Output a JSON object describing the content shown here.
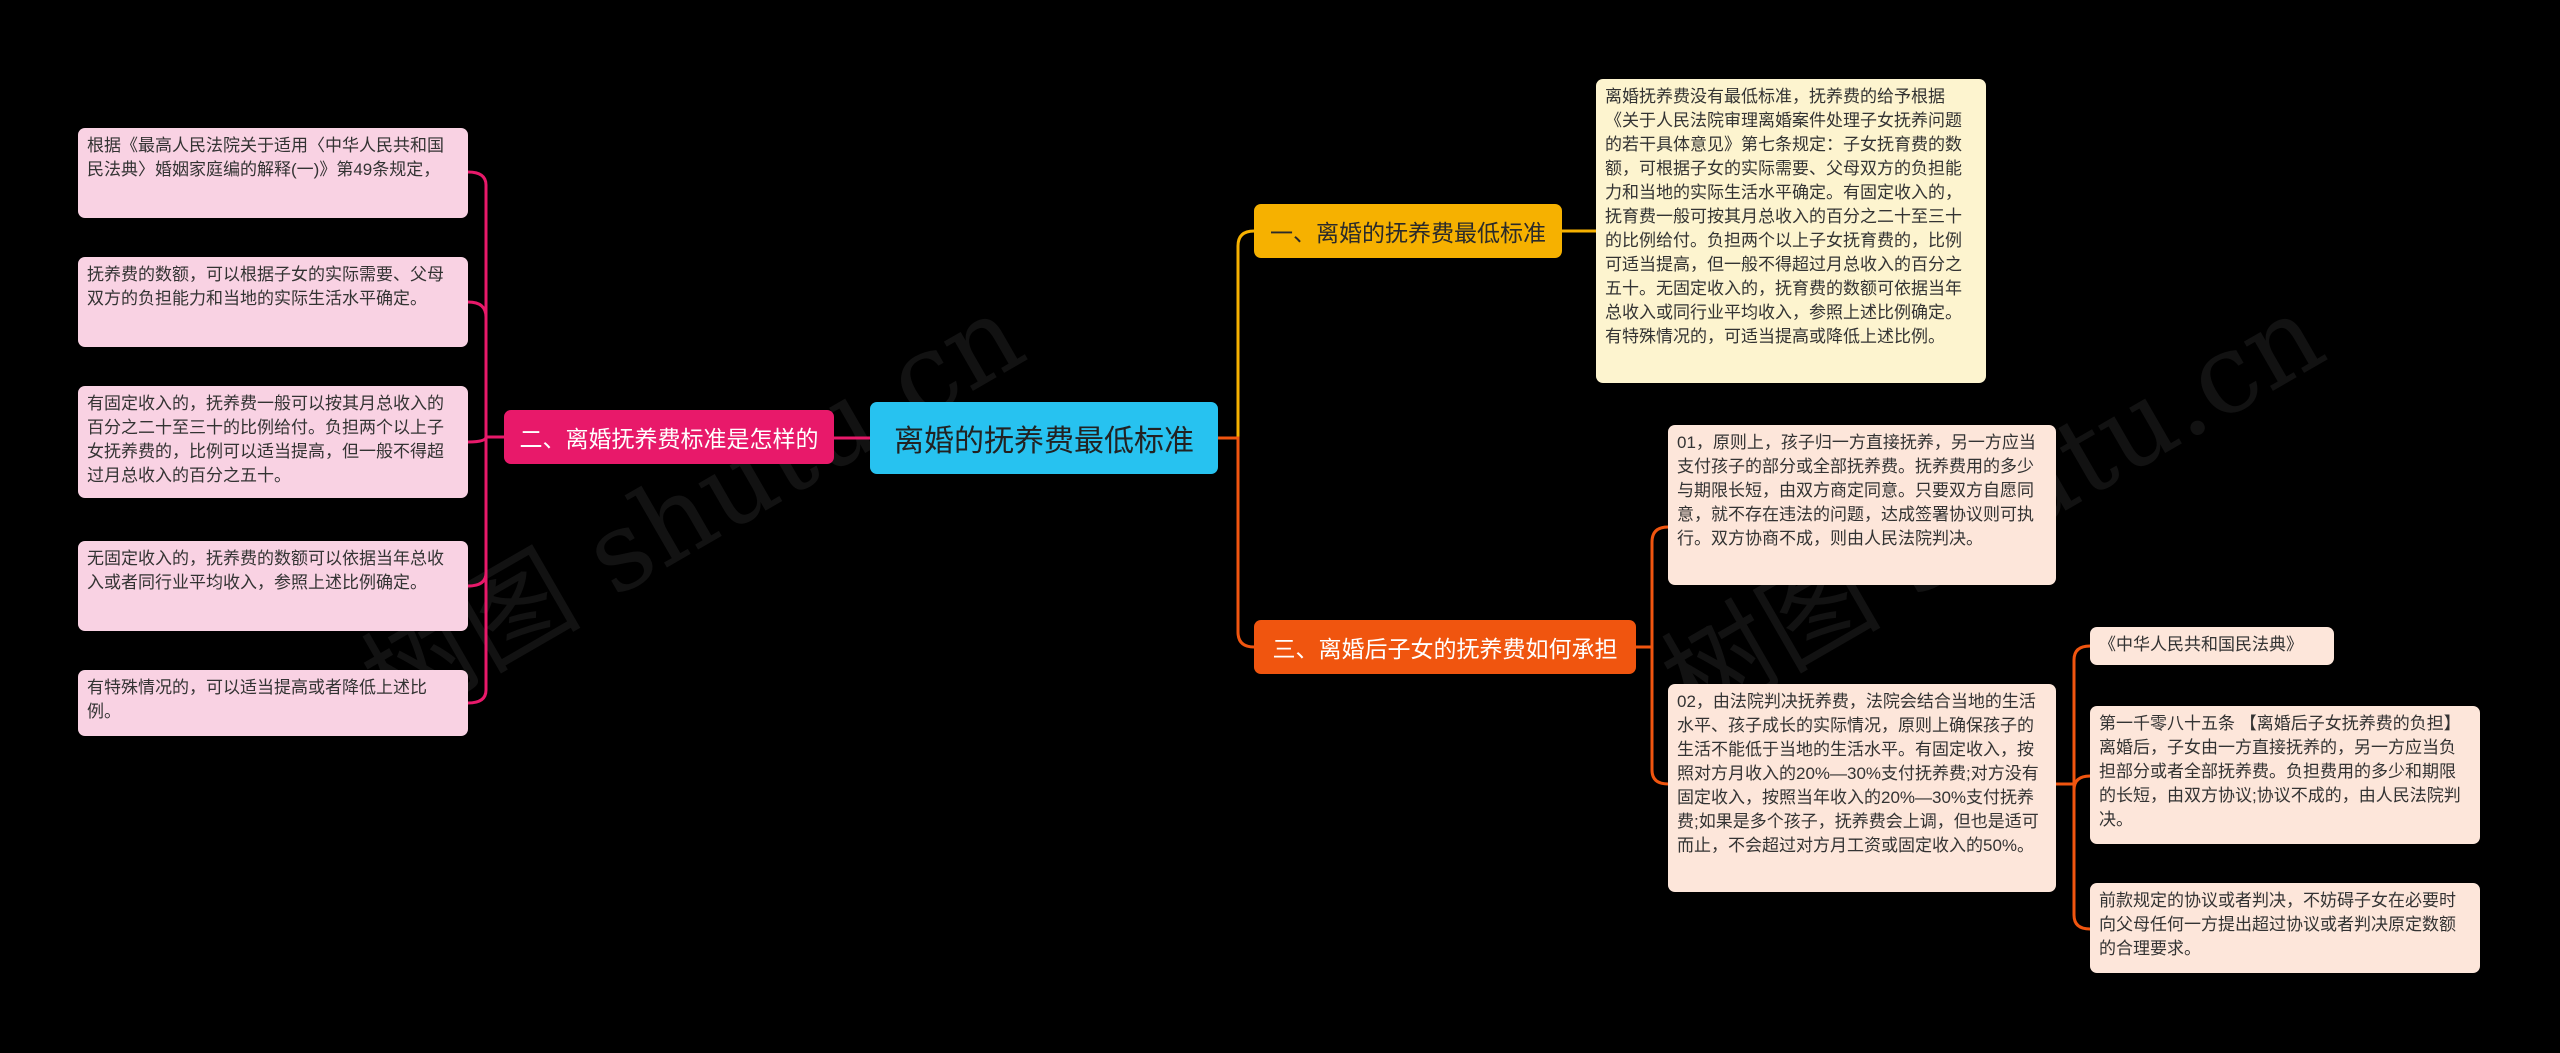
{
  "root": {
    "title": "离婚的抚养费最低标准"
  },
  "watermark": "树图 shutu.cn",
  "colors": {
    "background": "#000000",
    "root": "#27c2f0",
    "branch1": "#f6b100",
    "branch2": "#e8196a",
    "branch3": "#f0550f",
    "leaf_branch1": "#fdf4cf",
    "leaf_branch2": "#f9d2e3",
    "leaf_branch3": "#fde6da"
  },
  "branches": [
    {
      "label": "一、离婚的抚养费最低标准",
      "children": [
        {
          "text": "离婚抚养费没有最低标准，抚养费的给予根据《关于人民法院审理离婚案件处理子女抚养问题的若干具体意见》第七条规定：子女抚育费的数额，可根据子女的实际需要、父母双方的负担能力和当地的实际生活水平确定。有固定收入的，抚育费一般可按其月总收入的百分之二十至三十的比例给付。负担两个以上子女抚育费的，比例可适当提高，但一般不得超过月总收入的百分之五十。无固定收入的，抚育费的数额可依据当年总收入或同行业平均收入，参照上述比例确定。有特殊情况的，可适当提高或降低上述比例。"
        }
      ]
    },
    {
      "label": "二、离婚抚养费标准是怎样的",
      "children": [
        {
          "text": "根据《最高人民法院关于适用〈中华人民共和国民法典〉婚姻家庭编的解释(一)》第49条规定，"
        },
        {
          "text": "抚养费的数额，可以根据子女的实际需要、父母双方的负担能力和当地的实际生活水平确定。"
        },
        {
          "text": "有固定收入的，抚养费一般可以按其月总收入的百分之二十至三十的比例给付。负担两个以上子女抚养费的，比例可以适当提高，但一般不得超过月总收入的百分之五十。"
        },
        {
          "text": "无固定收入的，抚养费的数额可以依据当年总收入或者同行业平均收入，参照上述比例确定。"
        },
        {
          "text": "有特殊情况的，可以适当提高或者降低上述比例。"
        }
      ]
    },
    {
      "label": "三、离婚后子女的抚养费如何承担",
      "children": [
        {
          "text": "01，原则上，孩子归一方直接抚养，另一方应当支付孩子的部分或全部抚养费。抚养费用的多少与期限长短，由双方商定同意。只要双方自愿同意，就不存在违法的问题，达成签署协议则可执行。双方协商不成，则由人民法院判决。"
        },
        {
          "text": "02，由法院判决抚养费，法院会结合当地的生活水平、孩子成长的实际情况，原则上确保孩子的生活不能低于当地的生活水平。有固定收入，按照对方月收入的20%—30%支付抚养费;对方没有固定收入，按照当年收入的20%—30%支付抚养费;如果是多个孩子，抚养费会上调，但也是适可而止，不会超过对方月工资或固定收入的50%。",
          "children": [
            {
              "text": "《中华人民共和国民法典》"
            },
            {
              "text": "第一千零八十五条 【离婚后子女抚养费的负担】离婚后，子女由一方直接抚养的，另一方应当负担部分或者全部抚养费。负担费用的多少和期限的长短，由双方协议;协议不成的，由人民法院判决。"
            },
            {
              "text": "前款规定的协议或者判决，不妨碍子女在必要时向父母任何一方提出超过协议或者判决原定数额的合理要求。"
            }
          ]
        }
      ]
    }
  ]
}
